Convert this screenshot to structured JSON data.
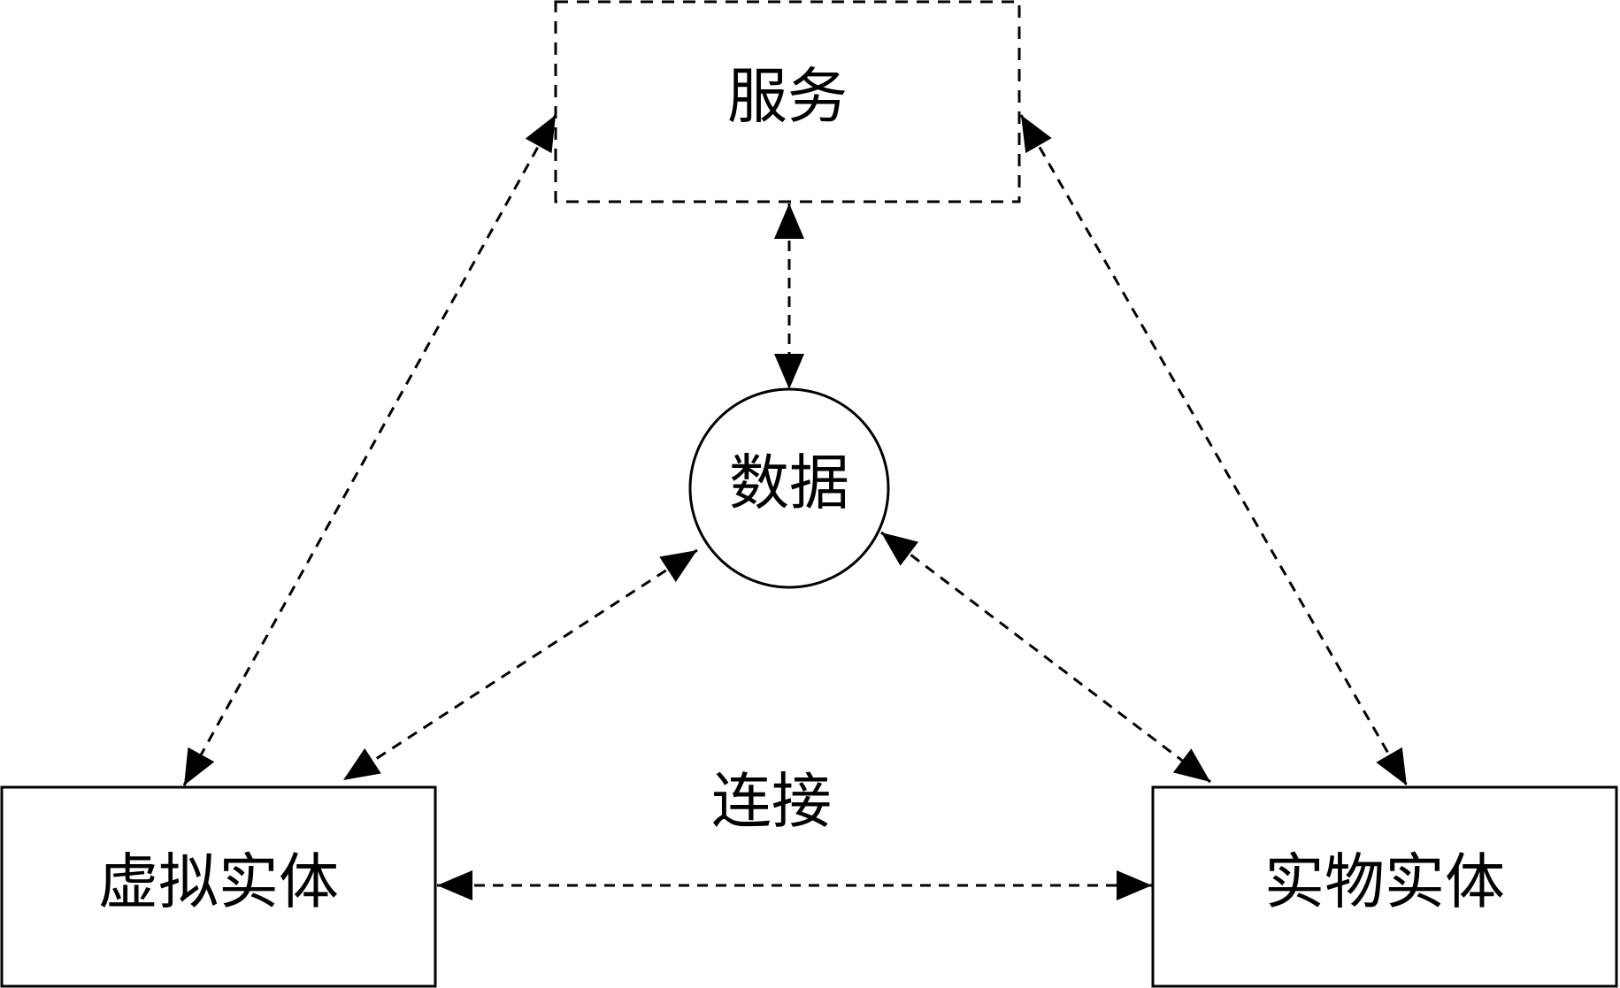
{
  "diagram": {
    "nodes": {
      "service": {
        "label": "服务",
        "shape": "dashed-rectangle"
      },
      "data": {
        "label": "数据",
        "shape": "circle"
      },
      "virtual_entity": {
        "label": "虚拟实体",
        "shape": "rectangle"
      },
      "physical_entity": {
        "label": "实物实体",
        "shape": "rectangle"
      }
    },
    "edges": [
      {
        "from": "service",
        "to": "virtual_entity",
        "style": "dashed",
        "arrows": "both"
      },
      {
        "from": "service",
        "to": "physical_entity",
        "style": "dashed",
        "arrows": "both"
      },
      {
        "from": "service",
        "to": "data",
        "style": "dashed",
        "arrows": "both"
      },
      {
        "from": "data",
        "to": "virtual_entity",
        "style": "dashed",
        "arrows": "both"
      },
      {
        "from": "data",
        "to": "physical_entity",
        "style": "dashed",
        "arrows": "both"
      },
      {
        "from": "virtual_entity",
        "to": "physical_entity",
        "style": "dashed",
        "arrows": "both",
        "label": "连接"
      }
    ],
    "colors": {
      "stroke": "#000000",
      "fill": "#ffffff"
    }
  }
}
